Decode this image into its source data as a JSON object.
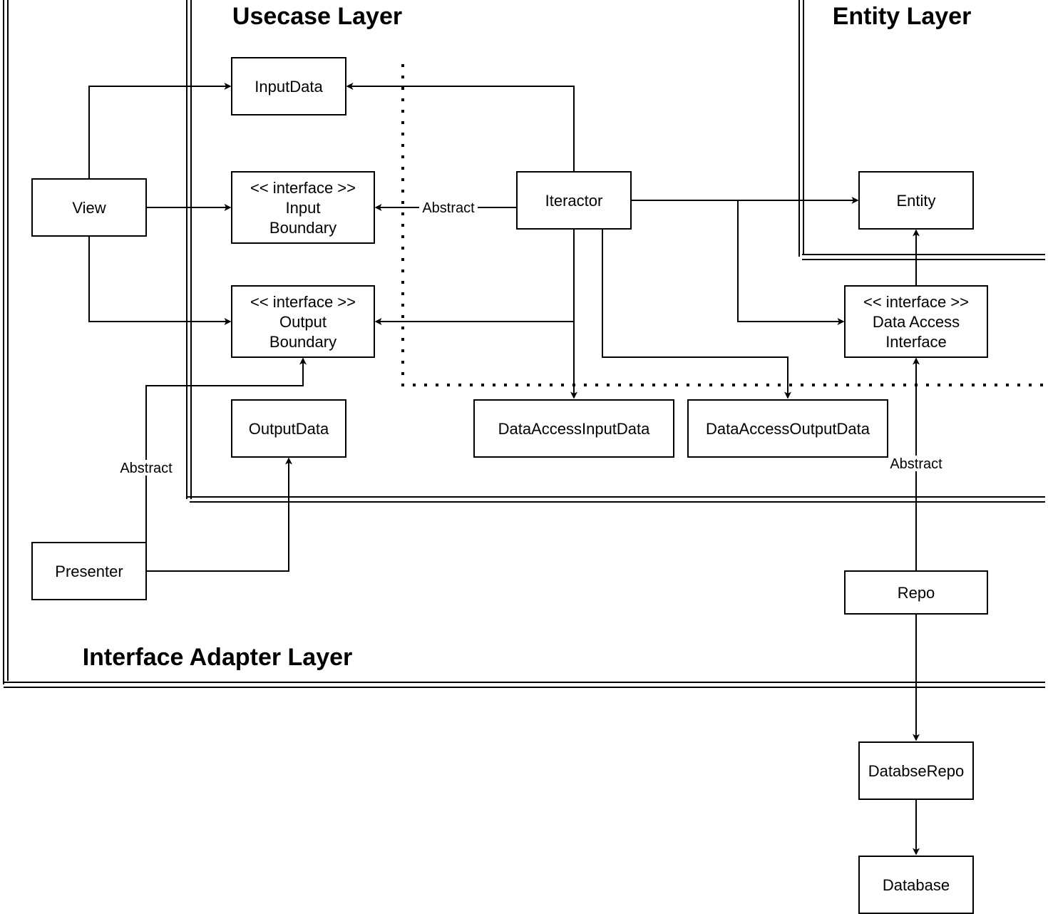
{
  "layers": {
    "usecase": "Usecase Layer",
    "entity": "Entity Layer",
    "adapter": "Interface Adapter Layer"
  },
  "nodes": {
    "input_data": {
      "lines": [
        "InputData"
      ]
    },
    "view": {
      "lines": [
        "View"
      ]
    },
    "input_boundary": {
      "lines": [
        "<< interface >>",
        "Input",
        "Boundary"
      ]
    },
    "output_boundary": {
      "lines": [
        "<< interface >>",
        "Output",
        "Boundary"
      ]
    },
    "output_data": {
      "lines": [
        "OutputData"
      ]
    },
    "presenter": {
      "lines": [
        "Presenter"
      ]
    },
    "iteractor": {
      "lines": [
        "Iteractor"
      ]
    },
    "entity": {
      "lines": [
        "Entity"
      ]
    },
    "data_access_interface": {
      "lines": [
        "<< interface >>",
        "Data Access",
        "Interface"
      ]
    },
    "data_access_input_data": {
      "lines": [
        "DataAccessInputData"
      ]
    },
    "data_access_output_data": {
      "lines": [
        "DataAccessOutputData"
      ]
    },
    "repo": {
      "lines": [
        "Repo"
      ]
    },
    "databse_repo": {
      "lines": [
        "DatabseRepo"
      ]
    },
    "database": {
      "lines": [
        "Database"
      ]
    }
  },
  "edge_labels": {
    "iteractor_to_input_boundary": "Abstract",
    "presenter_to_output_boundary": "Abstract",
    "repo_to_data_access_interface": "Abstract"
  }
}
